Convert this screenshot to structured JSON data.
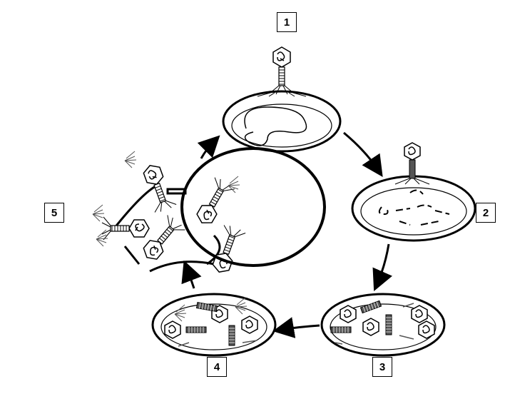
{
  "diagram": {
    "type": "bacteriophage lytic cycle",
    "steps": [
      {
        "label": "1"
      },
      {
        "label": "2"
      },
      {
        "label": "3"
      },
      {
        "label": "4"
      },
      {
        "label": "5"
      }
    ],
    "colors": {
      "stroke": "#000000",
      "cell_fill": "#ffffff",
      "shade": "#888888"
    }
  }
}
